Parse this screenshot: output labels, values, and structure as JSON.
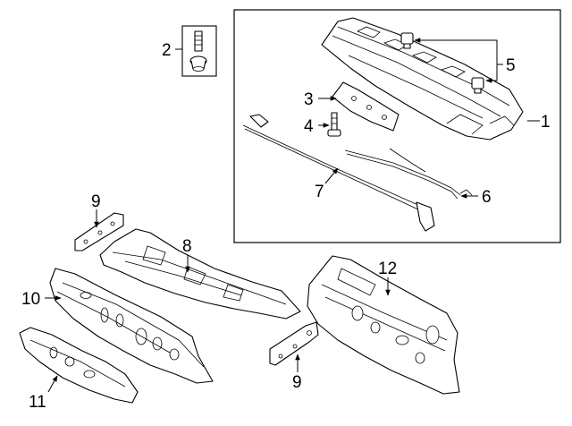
{
  "callouts": {
    "c1": "1",
    "c2": "2",
    "c3": "3",
    "c4": "4",
    "c5": "5",
    "c6": "6",
    "c7": "7",
    "c8": "8",
    "c9a": "9",
    "c9b": "9",
    "c10": "10",
    "c11": "11",
    "c12": "12"
  }
}
